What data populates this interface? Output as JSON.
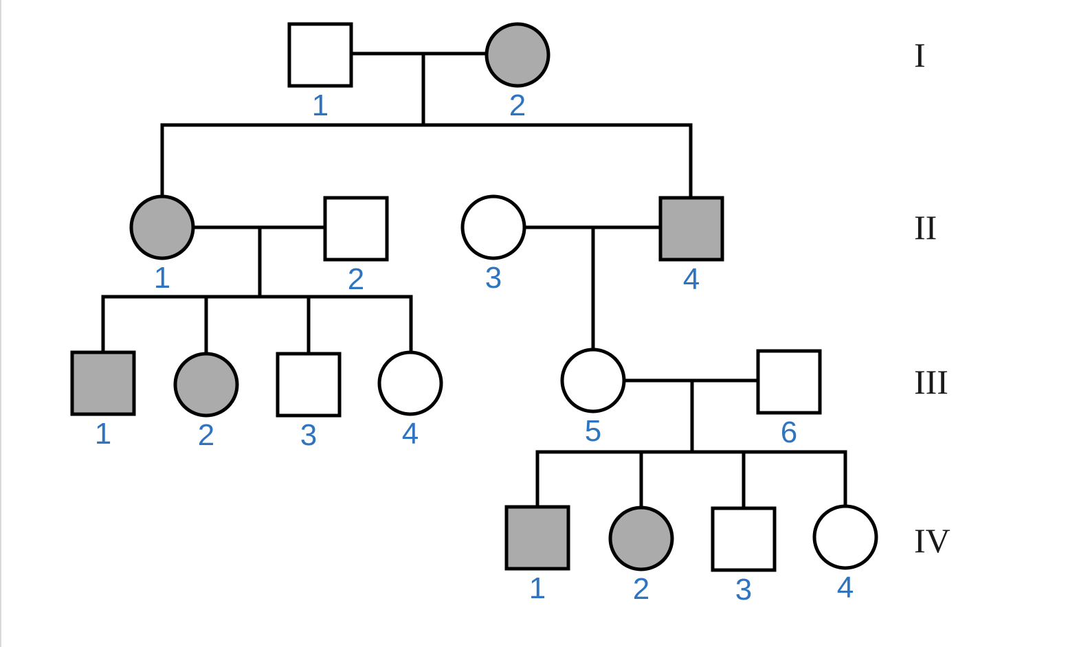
{
  "colors": {
    "affected": "#ababab",
    "unaffected": "#ffffff",
    "line": "#000000",
    "label": "#2f74c0"
  },
  "generations": [
    {
      "label": "I",
      "members": [
        {
          "number": "1",
          "sex": "male",
          "affected": false
        },
        {
          "number": "2",
          "sex": "female",
          "affected": true
        }
      ]
    },
    {
      "label": "II",
      "members": [
        {
          "number": "1",
          "sex": "female",
          "affected": true
        },
        {
          "number": "2",
          "sex": "male",
          "affected": false
        },
        {
          "number": "3",
          "sex": "female",
          "affected": false
        },
        {
          "number": "4",
          "sex": "male",
          "affected": true
        }
      ]
    },
    {
      "label": "III",
      "members": [
        {
          "number": "1",
          "sex": "male",
          "affected": true
        },
        {
          "number": "2",
          "sex": "female",
          "affected": true
        },
        {
          "number": "3",
          "sex": "male",
          "affected": false
        },
        {
          "number": "4",
          "sex": "female",
          "affected": false
        },
        {
          "number": "5",
          "sex": "female",
          "affected": false
        },
        {
          "number": "6",
          "sex": "male",
          "affected": false
        }
      ]
    },
    {
      "label": "IV",
      "members": [
        {
          "number": "1",
          "sex": "male",
          "affected": true
        },
        {
          "number": "2",
          "sex": "female",
          "affected": true
        },
        {
          "number": "3",
          "sex": "male",
          "affected": false
        },
        {
          "number": "4",
          "sex": "female",
          "affected": false
        }
      ]
    }
  ]
}
